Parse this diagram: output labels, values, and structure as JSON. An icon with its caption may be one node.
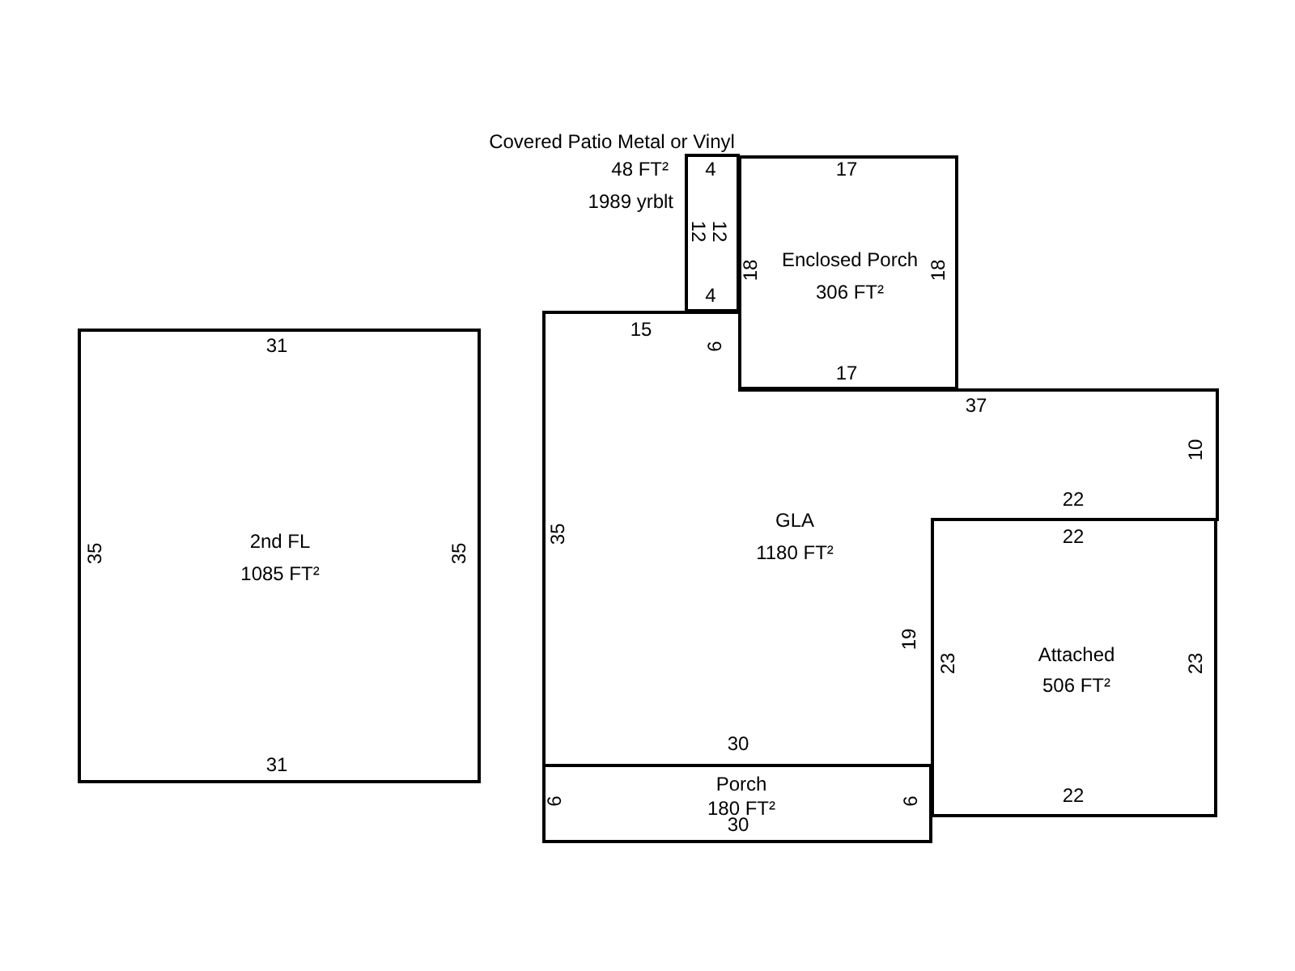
{
  "diagram": {
    "nodes": [
      {
        "text": [
          "Covered Patio Metal or Vinyl",
          "48 FT²",
          "1989 yrblt"
        ]
      },
      {
        "text": [
          "Enclosed Porch",
          "306 FT²"
        ]
      },
      {
        "text": [
          "2nd FL",
          "1085 FT²"
        ]
      },
      {
        "text": [
          "GLA",
          "1180 FT²"
        ]
      },
      {
        "text": [
          "Attached",
          "506 FT²"
        ]
      },
      {
        "text": [
          "Porch",
          "180 FT²"
        ]
      }
    ],
    "edges": [],
    "labels": [
      "4",
      "17",
      "12",
      "12",
      "18",
      "18",
      "4",
      "31",
      "15",
      "6",
      "17",
      "37",
      "10",
      "22",
      "22",
      "35",
      "35",
      "35",
      "19",
      "23",
      "23",
      "31",
      "30",
      "22",
      "6",
      "6",
      "30"
    ]
  }
}
